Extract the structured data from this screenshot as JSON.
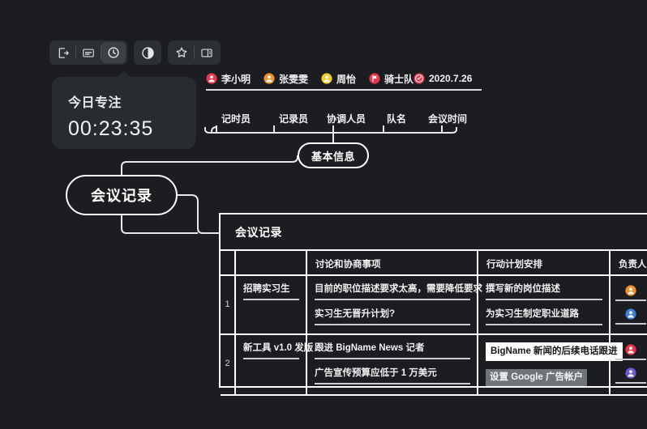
{
  "toolbar": {
    "groups": [
      {
        "buttons": [
          {
            "name": "exit-icon",
            "label": "退出",
            "active": false
          },
          {
            "name": "subtitle-icon",
            "label": "字幕",
            "active": false
          },
          {
            "name": "clock-icon",
            "label": "专注计时",
            "active": true
          }
        ]
      },
      {
        "buttons": [
          {
            "name": "contrast-icon",
            "label": "对比度",
            "active": false
          }
        ]
      },
      {
        "buttons": [
          {
            "name": "star-icon",
            "label": "收藏",
            "active": false
          },
          {
            "name": "panel-icon",
            "label": "面板",
            "active": false
          }
        ]
      }
    ]
  },
  "focus_card": {
    "title": "今日专注",
    "time": "00:23:35"
  },
  "mindmap": {
    "root": {
      "label": "会议记录"
    },
    "branch": {
      "label": "基本信息"
    },
    "leaves": [
      {
        "name": "李小明",
        "role": "记时员",
        "icon": "person-icon",
        "color": "#e8374a"
      },
      {
        "name": "张雯雯",
        "role": "记录员",
        "icon": "person-icon",
        "color": "#f0922b"
      },
      {
        "name": "周怡",
        "role": "协调人员",
        "icon": "person-icon",
        "color": "#f2cb2b"
      },
      {
        "name": "骑士队",
        "role": "队名",
        "icon": "flag-icon",
        "color": "#e8374a"
      },
      {
        "name": "2020.7.26",
        "role": "会议时间",
        "icon": "date-icon",
        "color": "#e8374a"
      }
    ]
  },
  "table": {
    "title": "会议记录",
    "headers": [
      "",
      "",
      "讨论和协商事项",
      "行动计划安排",
      "负责人"
    ],
    "rows": [
      {
        "index": "1",
        "topic": "招聘实习生",
        "discussion": [
          {
            "text": "目前的职位描述要求太高，需要降低要求",
            "style": "plain"
          },
          {
            "text": "实习生无晋升计划?",
            "style": "plain"
          }
        ],
        "plan": [
          {
            "text": "撰写新的岗位描述",
            "style": "plain"
          },
          {
            "text": "为实习生制定职业道路",
            "style": "plain"
          }
        ],
        "owners": [
          {
            "icon": "person-icon",
            "color": "#f0922b"
          },
          {
            "icon": "person-icon",
            "color": "#3f7fd6"
          }
        ]
      },
      {
        "index": "2",
        "topic": "新工具 v1.0 发版",
        "discussion": [
          {
            "text": "跟进 BigName News 记者",
            "style": "plain"
          },
          {
            "text": "广告宣传预算应低于 1 万美元",
            "style": "plain"
          }
        ],
        "plan": [
          {
            "text": "BigName 新闻的后续电话跟进",
            "style": "selected"
          },
          {
            "text": "设置 Google 广告帐户",
            "style": "highlighted"
          }
        ],
        "owners": [
          {
            "icon": "person-icon",
            "color": "#e8374a"
          },
          {
            "icon": "person-icon",
            "color": "#6c5bd4"
          }
        ]
      }
    ]
  },
  "colors": {
    "background": "#1b1d20",
    "panel": "#282c30",
    "stroke": "#ffffff",
    "text": "#f0f1f2"
  }
}
